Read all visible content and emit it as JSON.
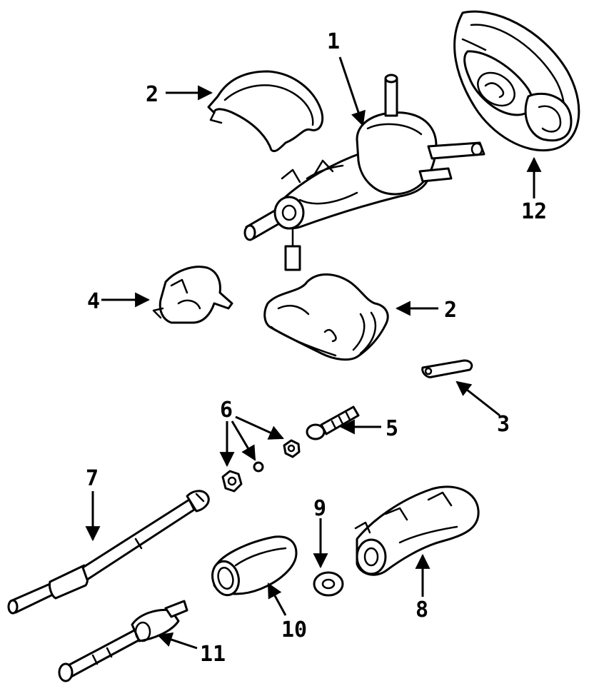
{
  "callouts": {
    "c1": "1",
    "c2_top": "2",
    "c2_bottom": "2",
    "c3": "3",
    "c4": "4",
    "c5": "5",
    "c6": "6",
    "c7": "7",
    "c8": "8",
    "c9": "9",
    "c10": "10",
    "c11": "11",
    "c12": "12"
  }
}
